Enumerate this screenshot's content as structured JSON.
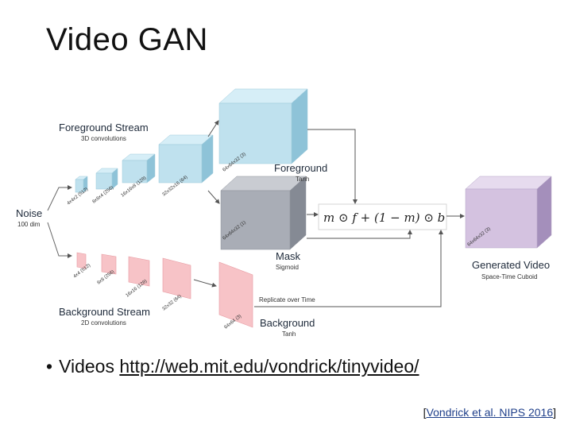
{
  "slide": {
    "title": "Video GAN",
    "bullet_prefix": "Videos ",
    "bullet_link": "http://web.mit.edu/vondrick/tinyvideo/",
    "citation_open": "[",
    "citation_link": "Vondrick et al. NIPS 2016",
    "citation_close": "]"
  },
  "diagram": {
    "foreground_stream": {
      "title": "Foreground Stream",
      "subtitle": "3D convolutions"
    },
    "background_stream": {
      "title": "Background Stream",
      "subtitle": "2D convolutions"
    },
    "noise": {
      "title": "Noise",
      "subtitle": "100 dim"
    },
    "foreground": {
      "title": "Foreground",
      "subtitle": "Tanh"
    },
    "mask": {
      "title": "Mask",
      "subtitle": "Sigmoid"
    },
    "background": {
      "title": "Background",
      "subtitle": "Tanh"
    },
    "generated": {
      "title": "Generated Video",
      "subtitle": "Space-Time Cuboid"
    },
    "replicate": "Replicate over Time",
    "formula": "m ⊙ f + (1 − m) ⊙ b",
    "fg_layer_dims": [
      "4x4x2 (512)",
      "8x8x4 (256)",
      "16x16x8 (128)",
      "32x32x16 (64)",
      "64x64x32 (3)"
    ],
    "mask_dim": "64x64x32 (1)",
    "bg_layer_dims": [
      "4x4 (512)",
      "8x8 (256)",
      "16x16 (128)",
      "32x32 (64)",
      "64x64 (3)"
    ],
    "gen_dim": "64x64x32 (3)",
    "colors": {
      "fg_front": "#bfe1ee",
      "fg_top": "#d6eef7",
      "fg_side": "#8ec3d8",
      "mask_front": "#a9adb6",
      "mask_top": "#c9ccd2",
      "mask_side": "#858a94",
      "gen_front": "#d4c2e0",
      "gen_top": "#e6dbee",
      "gen_side": "#a48fbb",
      "bg_fill": "#f7c3c7",
      "bg_stroke": "#e79aa1"
    }
  }
}
